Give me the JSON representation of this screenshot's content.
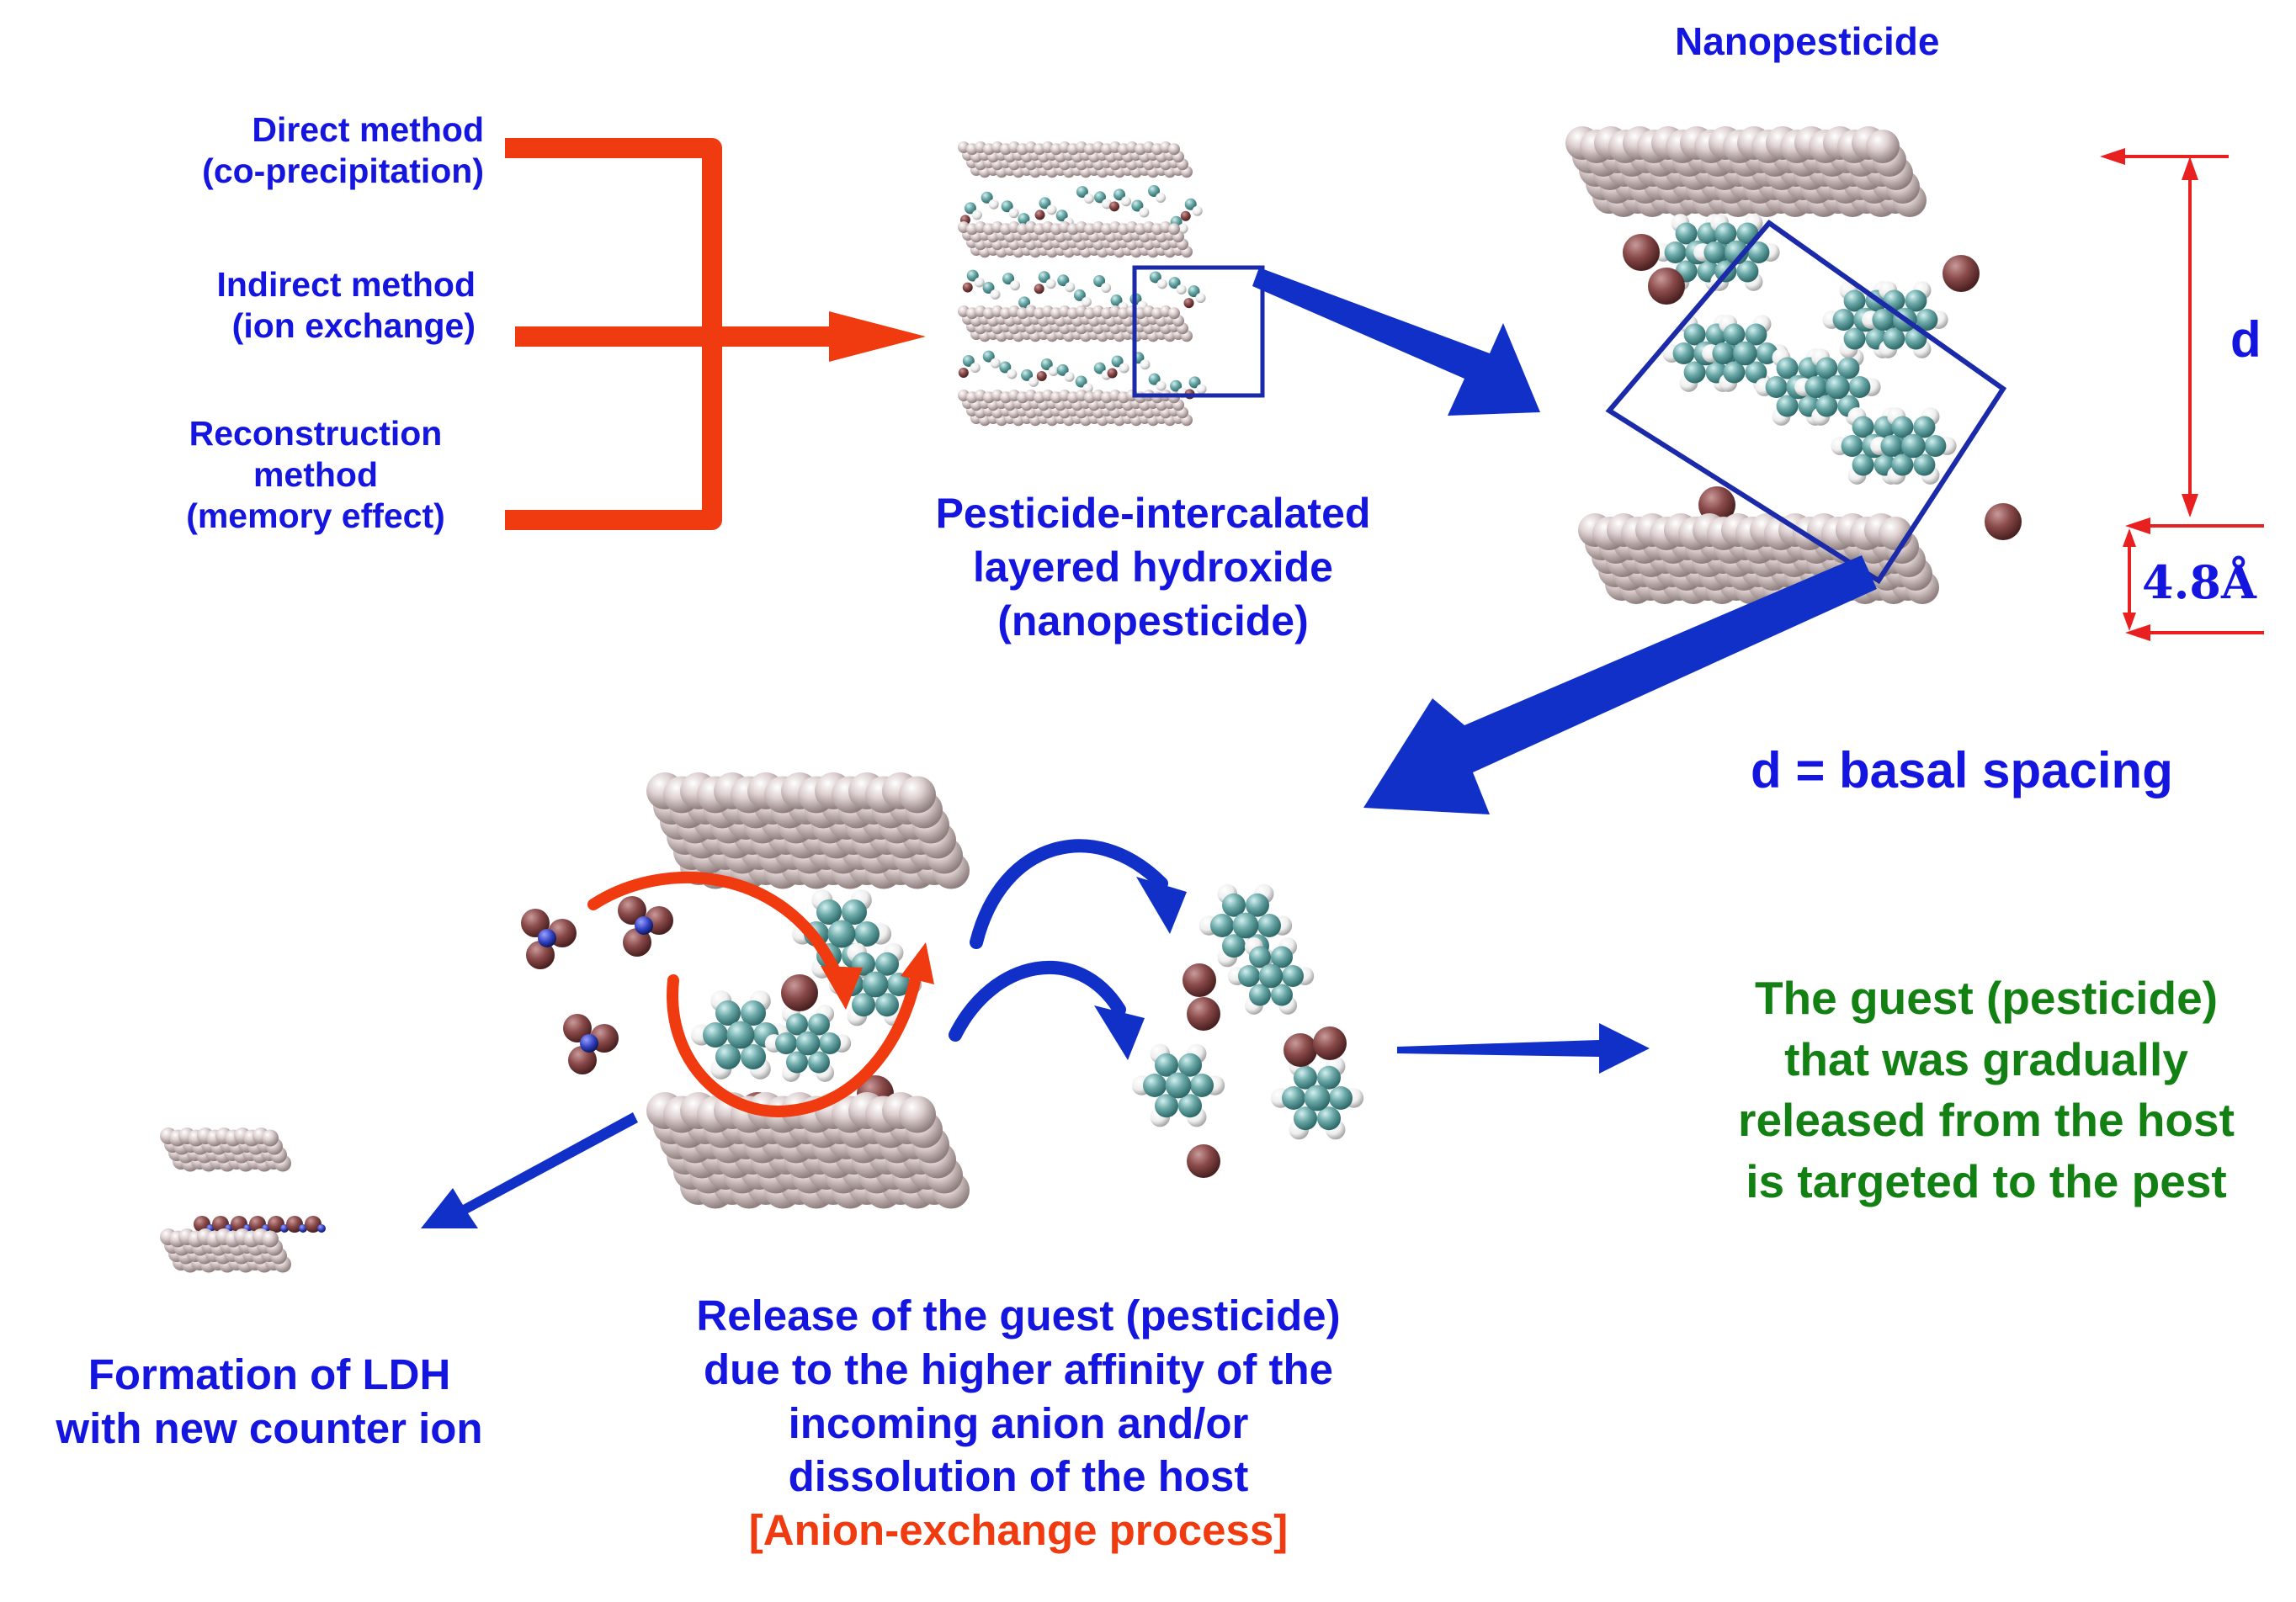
{
  "methods": {
    "direct": [
      "Direct method",
      "(co-precipitation)"
    ],
    "indirect": [
      "Indirect method",
      "(ion exchange)"
    ],
    "reconstruction": [
      "Reconstruction",
      "method",
      "(memory effect)"
    ]
  },
  "intercalated_caption": [
    "Pesticide-intercalated",
    "layered hydroxide",
    "(nanopesticide)"
  ],
  "nanopesticide_title": "Nanopesticide",
  "d_label": "d",
  "spacing_label": "4.8Å",
  "basal_spacing": "d = basal spacing",
  "release_caption": [
    "Release of the guest (pesticide)",
    "due to the higher affinity of the",
    "incoming anion and/or",
    "dissolution of the host"
  ],
  "process_label": "[Anion-exchange process]",
  "ldh_caption": [
    "Formation of LDH",
    "with new counter ion"
  ],
  "target_caption": [
    "The guest (pesticide)",
    "that was gradually",
    "released from the host",
    "is targeted to the pest"
  ],
  "colors": {
    "text_blue": "#1515e0",
    "arrow_orange": "#f03a10",
    "arrow_blue": "#1030c8",
    "dimension_red": "#e82020",
    "text_green": "#128012",
    "layer_atom": "#d6c8c8",
    "oxygen_atom": "#8a4a4a",
    "carbon_atom": "#6aa7a7",
    "hydrogen_atom": "#f2f2f2"
  }
}
